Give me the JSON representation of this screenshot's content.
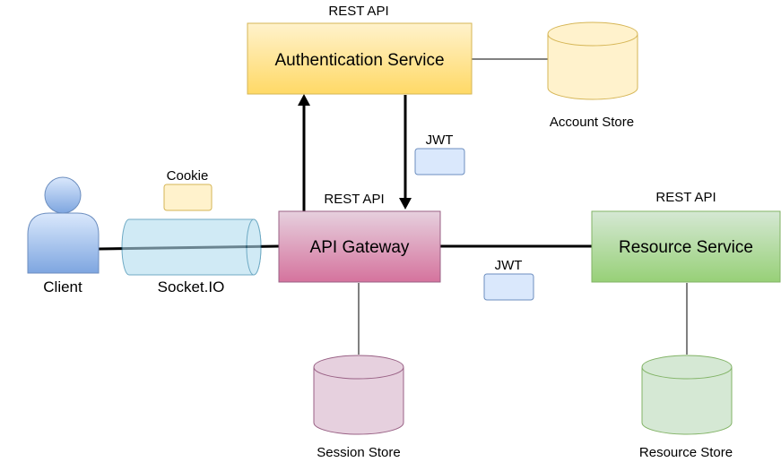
{
  "nodes": {
    "auth": {
      "label": "Authentication Service",
      "api_label": "REST API"
    },
    "gateway": {
      "label": "API Gateway",
      "api_label": "REST API"
    },
    "resource": {
      "label": "Resource Service",
      "api_label": "REST API"
    },
    "account_store": {
      "label": "Account Store"
    },
    "session_store": {
      "label": "Session Store"
    },
    "resource_store": {
      "label": "Resource Store"
    },
    "client": {
      "label": "Client"
    },
    "socketio": {
      "label": "Socket.IO"
    }
  },
  "tokens": {
    "cookie": {
      "label": "Cookie"
    },
    "jwt_auth": {
      "label": "JWT"
    },
    "jwt_resource": {
      "label": "JWT"
    }
  },
  "colors": {
    "auth_fill_top": "#fff2cc",
    "auth_fill_bottom": "#ffd966",
    "auth_stroke": "#d6b656",
    "gateway_fill_top": "#e6d0de",
    "gateway_fill_bottom": "#d5739d",
    "gateway_stroke": "#996185",
    "resource_fill_top": "#d5e8d4",
    "resource_fill_bottom": "#97d077",
    "resource_stroke": "#82b366",
    "store_yellow": "#fff2cc",
    "store_yellow_stroke": "#d6b656",
    "store_pink": "#e6d0de",
    "store_pink_stroke": "#996185",
    "store_green": "#d5e8d4",
    "store_green_stroke": "#82b366",
    "token_blue": "#dae8fc",
    "token_blue_stroke": "#6c8ebf",
    "socket_fill": "#b1ddf0",
    "socket_stroke": "#10739e",
    "client_fill_top": "#dae8fc",
    "client_fill_bottom": "#7ea6e0",
    "client_stroke": "#6c8ebf"
  }
}
